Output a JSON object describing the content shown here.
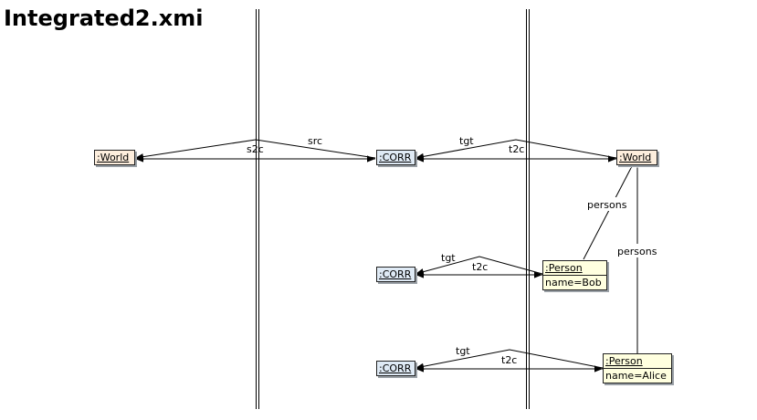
{
  "title": "Integrated2.xmi",
  "nodes": {
    "world_left": {
      "label": ":World"
    },
    "corr_1": {
      "label": ":CORR"
    },
    "world_right": {
      "label": ":World"
    },
    "corr_2": {
      "label": ":CORR"
    },
    "person_bob": {
      "label": ":Person",
      "attr": "name=Bob"
    },
    "corr_3": {
      "label": ":CORR"
    },
    "person_alice": {
      "label": ":Person",
      "attr": "name=Alice"
    }
  },
  "edges": {
    "src": "src",
    "s2c": "s2c",
    "tgt_1": "tgt",
    "t2c_1": "t2c",
    "tgt_2": "tgt",
    "t2c_2": "t2c",
    "tgt_3": "tgt",
    "t2c_3": "t2c",
    "persons_1": "persons",
    "persons_2": "persons"
  }
}
